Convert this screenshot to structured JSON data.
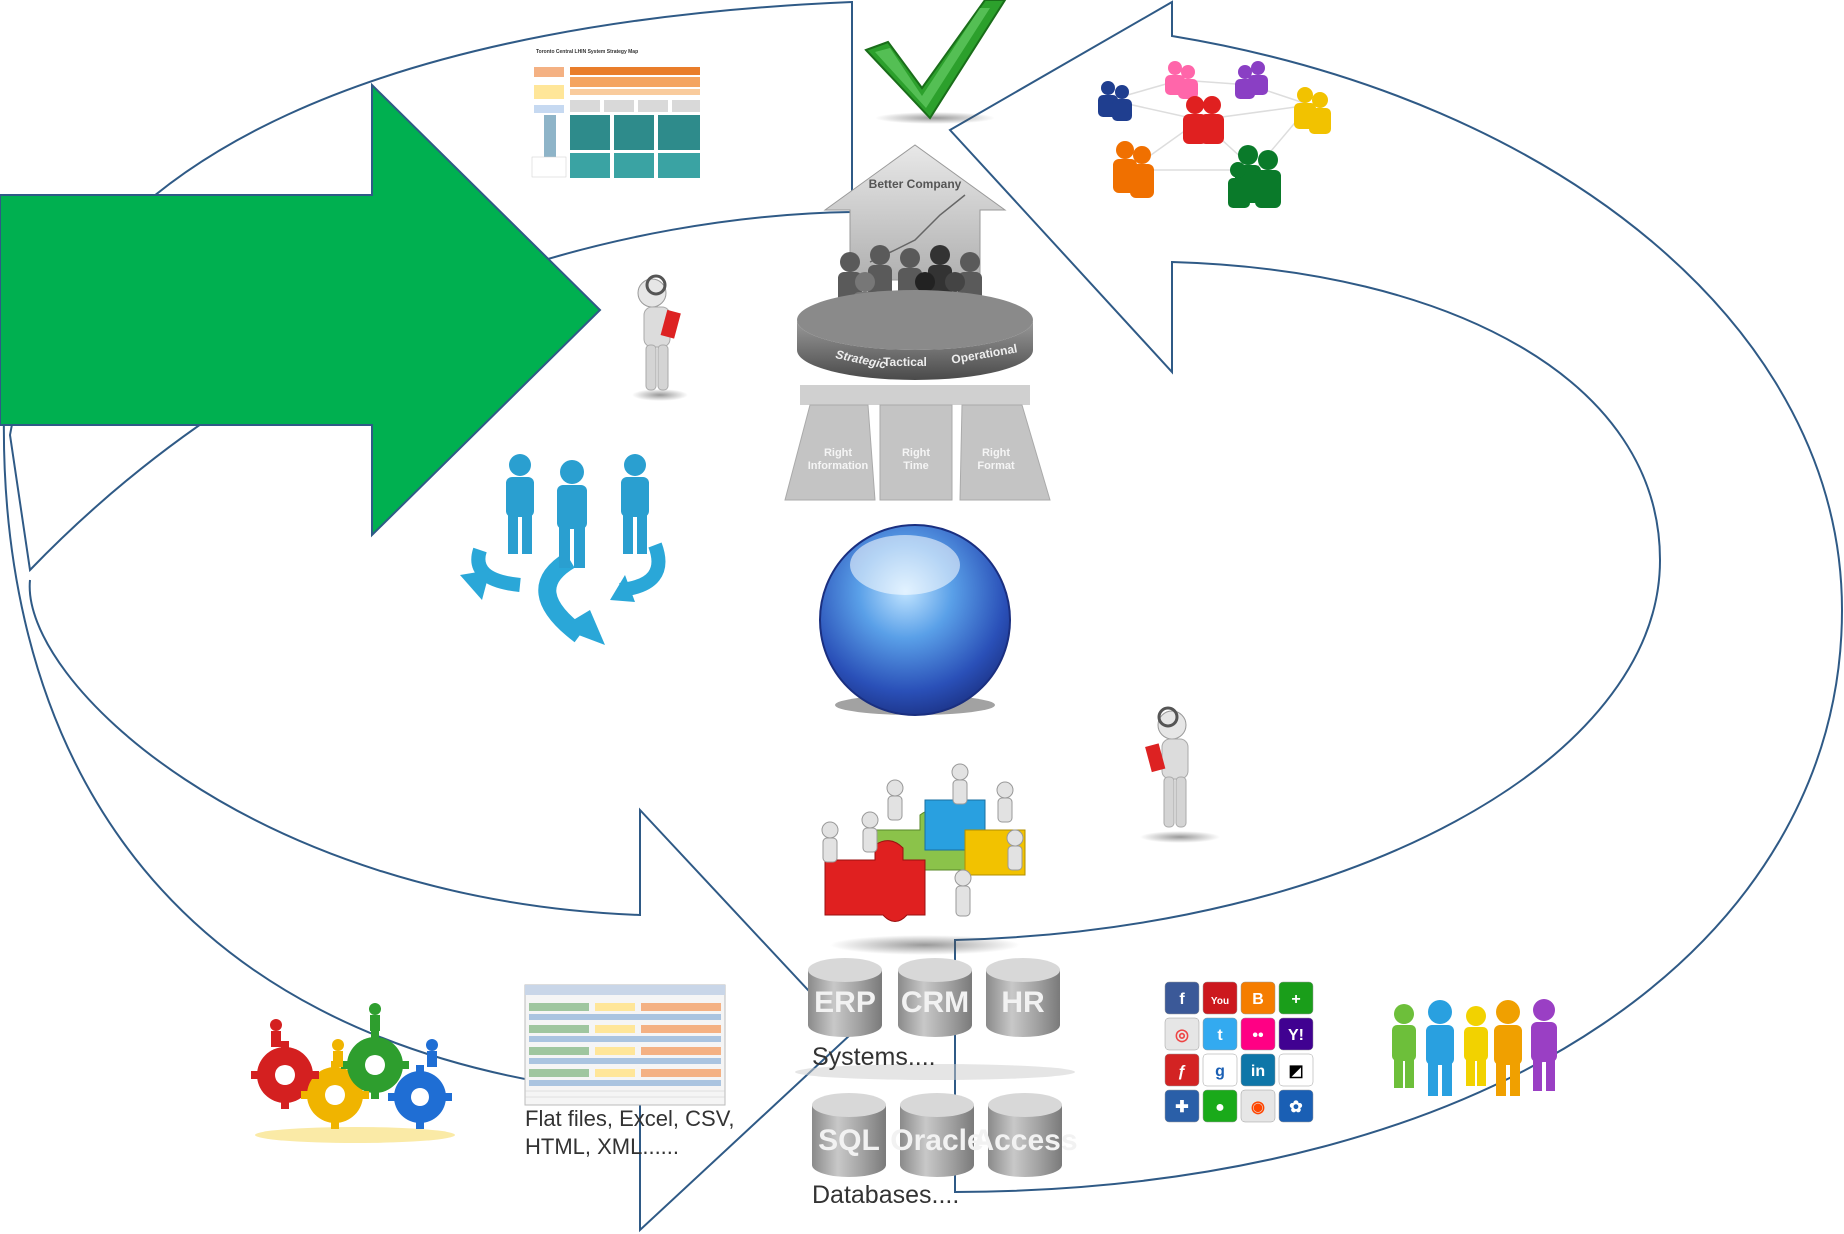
{
  "strategy_map": {
    "title": "Toronto Central LHIN System Strategy Map"
  },
  "pyramid": {
    "top_label": "Better Company",
    "levels": [
      "Strategic",
      "Tactical",
      "Operational"
    ],
    "pillars": [
      "Right Information",
      "Right Time",
      "Right Format"
    ]
  },
  "systems": {
    "cylinders": [
      "ERP",
      "CRM",
      "HR"
    ],
    "caption": "Systems...."
  },
  "databases": {
    "cylinders": [
      "SQL",
      "Oracle",
      "Access"
    ],
    "caption": "Databases...."
  },
  "flat_files": {
    "line1": "Flat files, Excel, CSV,",
    "line2": "HTML, XML......"
  },
  "social_icons": [
    "f",
    "You",
    "B",
    "+",
    "◎",
    "t",
    "••",
    "Y!",
    "ƒ",
    "g",
    "in",
    "◩",
    "✚",
    "●",
    "◉",
    "✿"
  ],
  "colors": {
    "outline": "#2f5a86",
    "green_arrow": "#00b050",
    "check": "#2ca02c",
    "sphere": "#3a7bd5",
    "people_blue": "#2aa7d8"
  }
}
